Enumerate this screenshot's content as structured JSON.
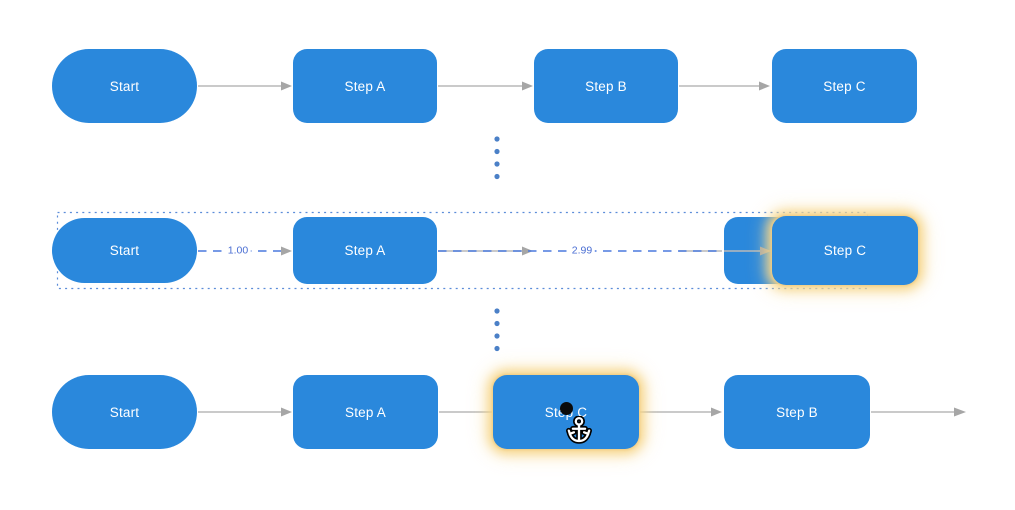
{
  "app": {
    "view": "flow-diagram reorder drag demo"
  },
  "colors": {
    "node_fill": "#2a88dc",
    "node_text": "#ffffff",
    "edge_gray": "#b9b9b9",
    "arrowhead_gray": "#a6a6a6",
    "edge_dash_blue": "#4a79dd",
    "edge_label_blue": "#4a6ed3",
    "selection_dotted_blue": "#5b8cd9",
    "ellipsis_dot_blue": "#4b80c7",
    "drop_glow": "#f5d285",
    "port_dot": "#0a0a0a"
  },
  "icons": {
    "cursor": "anchor-cursor",
    "row_separator": "vertical-ellipsis"
  },
  "diagram_top": {
    "nodes": [
      {
        "label": "Start",
        "shape": "stadium"
      },
      {
        "label": "Step A",
        "shape": "rect"
      },
      {
        "label": "Step B",
        "shape": "rect"
      },
      {
        "label": "Step C",
        "shape": "rect"
      }
    ]
  },
  "diagram_middle": {
    "nodes": [
      {
        "label": "Start",
        "shape": "stadium"
      },
      {
        "label": "Step A",
        "shape": "rect"
      },
      {
        "label": "",
        "shape": "rect",
        "note": "node partly hidden under dragged Step C"
      },
      {
        "label": "Step C",
        "shape": "rect",
        "highlighted": true
      }
    ],
    "edge_labels": [
      {
        "text": "1.00"
      },
      {
        "text": "2.99"
      }
    ]
  },
  "diagram_bottom": {
    "nodes": [
      {
        "label": "Start",
        "shape": "stadium"
      },
      {
        "label": "Step A",
        "shape": "rect"
      },
      {
        "label": "Step C",
        "shape": "rect",
        "highlighted": true
      },
      {
        "label": "Step B",
        "shape": "rect"
      }
    ]
  }
}
